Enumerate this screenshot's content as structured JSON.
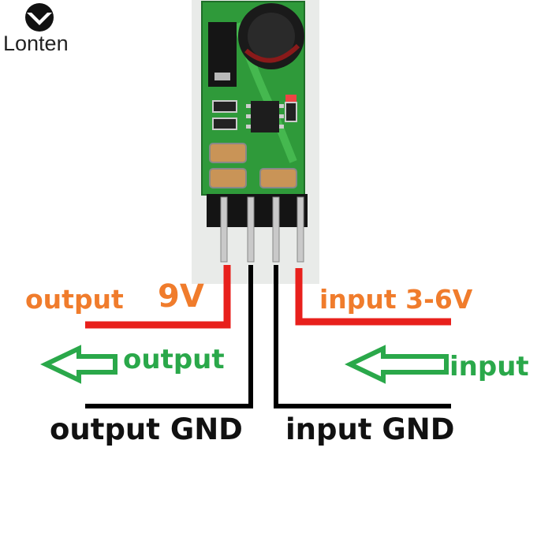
{
  "brand": {
    "name": "Lonten"
  },
  "labels": {
    "output_label": "output",
    "output_voltage": "9V",
    "input_label": "input 3-6V",
    "output_arrow_text": "output",
    "input_arrow_text": "input",
    "output_gnd": "output GND",
    "input_gnd": "input GND"
  },
  "colors": {
    "positive_wire": "#e8201c",
    "ground_wire": "#000000",
    "voltage_text": "#f07c2c",
    "arrow": "#2aa84a",
    "pcb": "#2f9a3a"
  }
}
